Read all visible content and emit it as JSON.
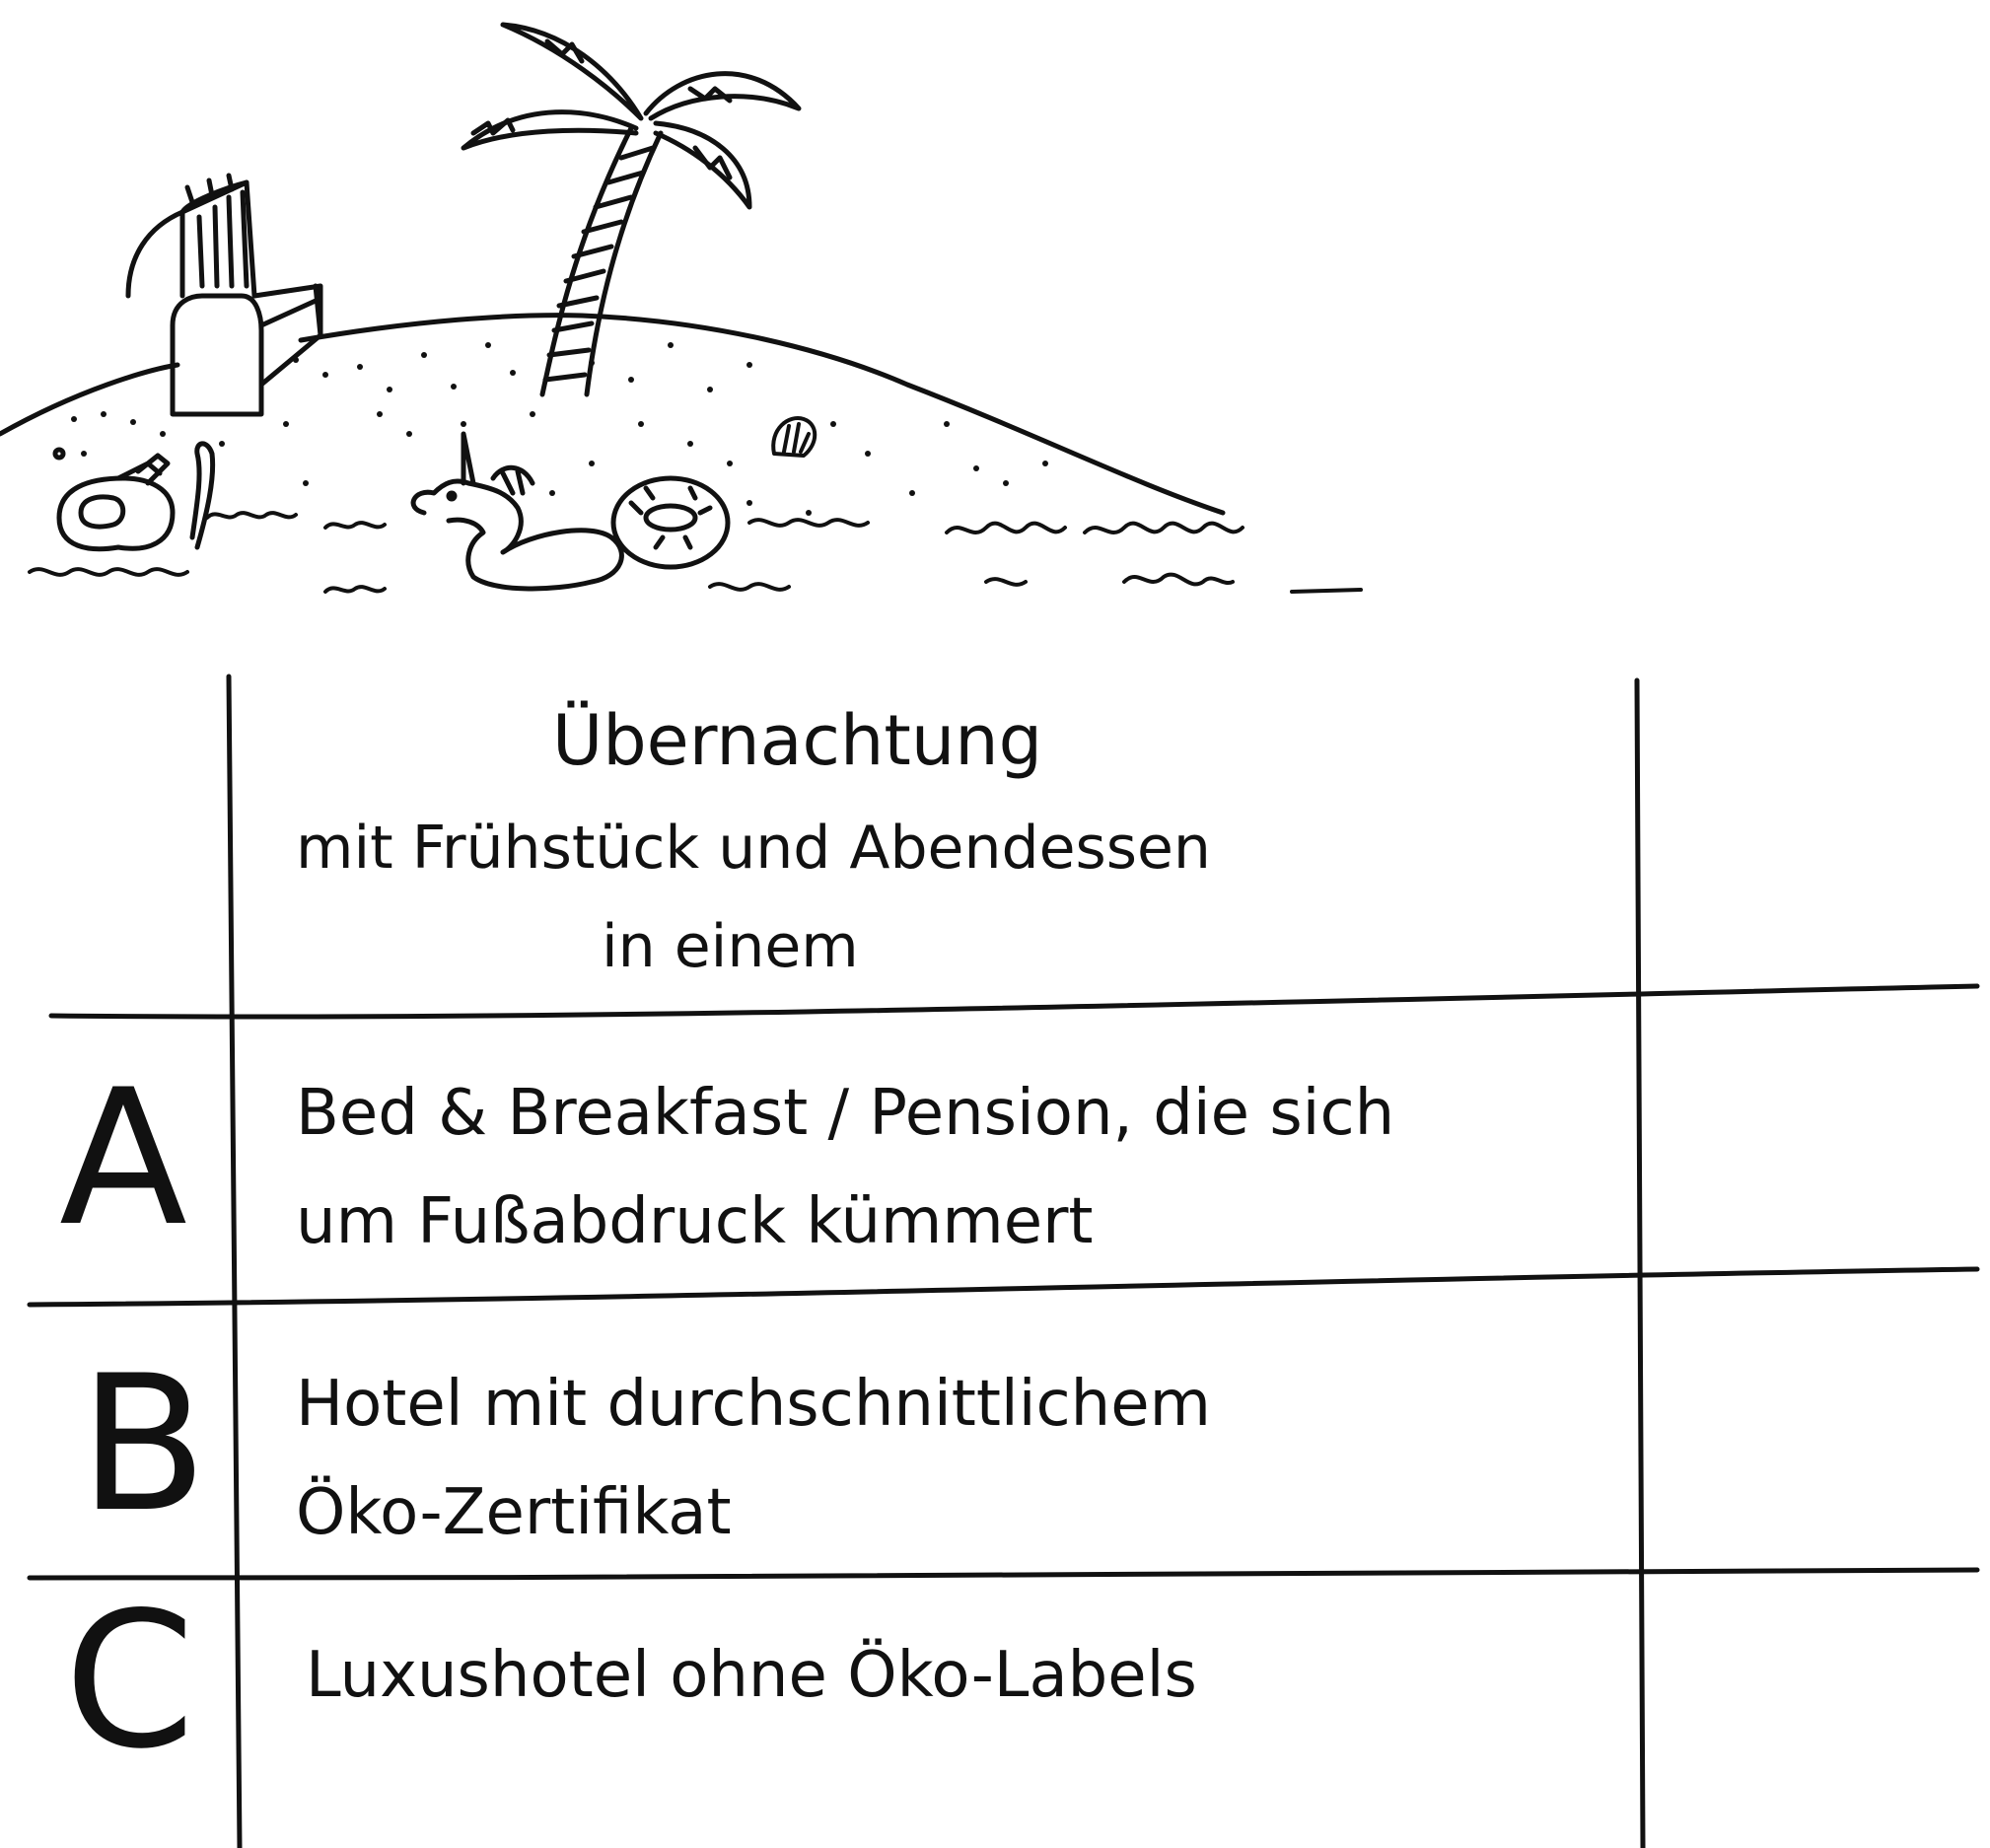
{
  "table": {
    "header": {
      "line1": "Übernachtung",
      "line2": "mit Frühstück und Abendessen",
      "line3": "in einem"
    },
    "rows": [
      {
        "letter": "A",
        "line1": "Bed & Breakfast / Pension, die sich",
        "line2": "um Fußabdruck kümmert"
      },
      {
        "letter": "B",
        "line1": "Hotel mit durchschnittlichem",
        "line2": "Öko-Zertifikat"
      },
      {
        "letter": "C",
        "line1": "Luxushotel ohne Öko-Labels",
        "line2": ""
      }
    ]
  },
  "colors": {
    "ink": "#111111",
    "paper": "#ffffff"
  },
  "illustration": {
    "icons": [
      "island-drawing",
      "palm-tree-icon",
      "beach-chair-icon",
      "snorkel-mask-icon",
      "unicorn-float-icon",
      "swim-ring-icon",
      "seashell-icon",
      "waves-icon"
    ]
  }
}
